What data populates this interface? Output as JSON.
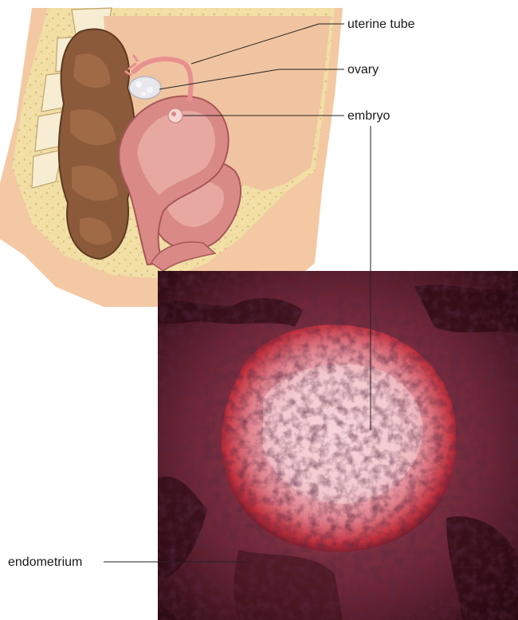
{
  "labels": {
    "uterine_tube": "uterine tube",
    "ovary": "ovary",
    "embryo": "embryo",
    "endometrium": "endometrium"
  },
  "colors": {
    "fat": "#f1dfa6",
    "fat_dot": "#d9c27a",
    "skin": "#f3c8a2",
    "rectum": "#8a5a3a",
    "uterus_wall": "#d98a86",
    "uterus_inner": "#e7a8a2",
    "micrograph_bg": "#2a0a12",
    "micrograph_tissue": "#8c3a4e",
    "embryo_core": "#f2c6cc",
    "embryo_rim": "#c2323f"
  }
}
